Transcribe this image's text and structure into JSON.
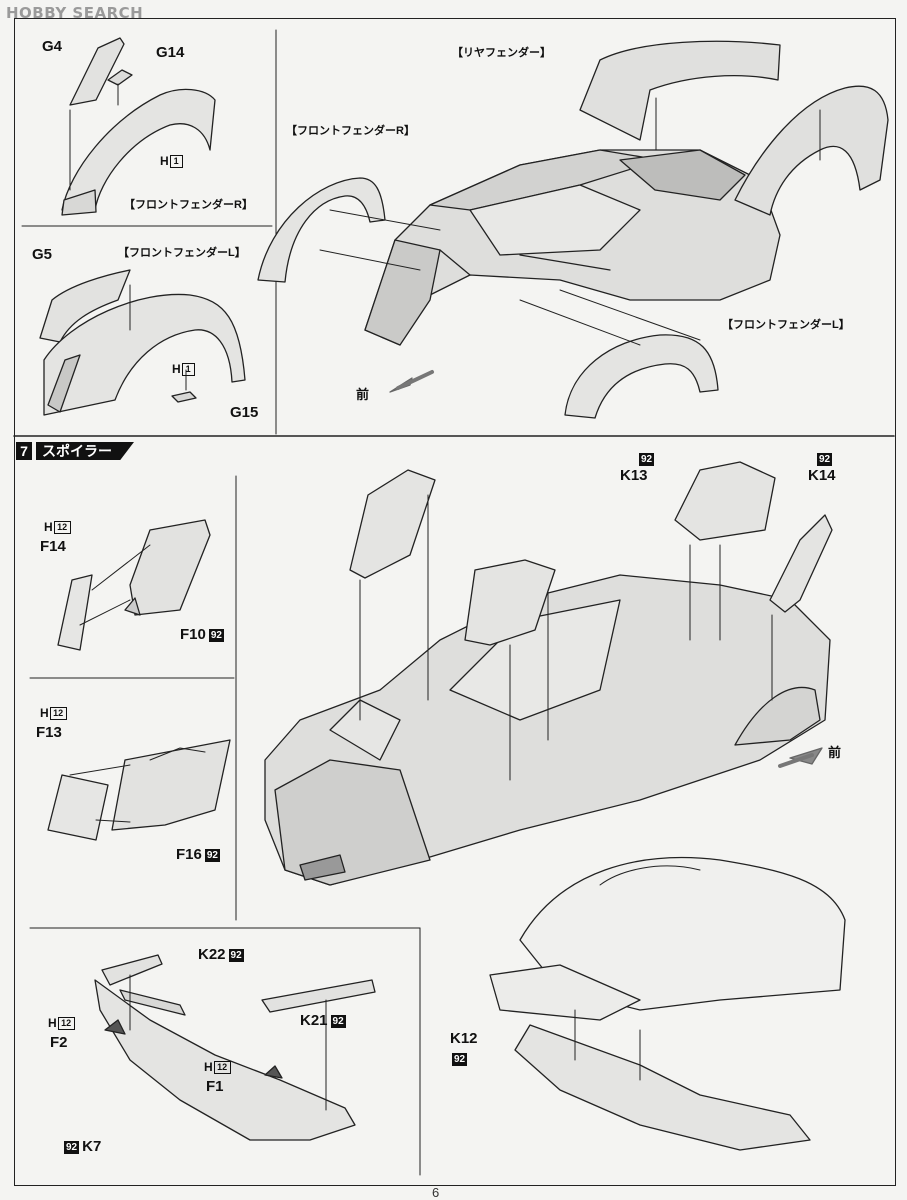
{
  "watermark": "HOBBY SEARCH",
  "page_number": "6",
  "top": {
    "front_fender_r": "【フロントフェンダーR】",
    "front_fender_l": "【フロントフェンダーL】",
    "rear_fender": "【リヤフェンダー】",
    "parts": {
      "g4": "G4",
      "g14": "G14",
      "g5": "G5",
      "g15": "G15",
      "h": "H",
      "h_box": "1"
    },
    "front_label": "前"
  },
  "step7": {
    "number": "7",
    "title": "スポイラー",
    "front_label": "前",
    "parts": {
      "h": "H",
      "h_box": "12",
      "badge": "92",
      "f14": "F14",
      "f10": "F10",
      "f13": "F13",
      "f16": "F16",
      "k13": "K13",
      "k14": "K14",
      "k22": "K22",
      "k21": "K21",
      "f2": "F2",
      "f1": "F1",
      "k7": "K7",
      "k12": "K12"
    }
  }
}
